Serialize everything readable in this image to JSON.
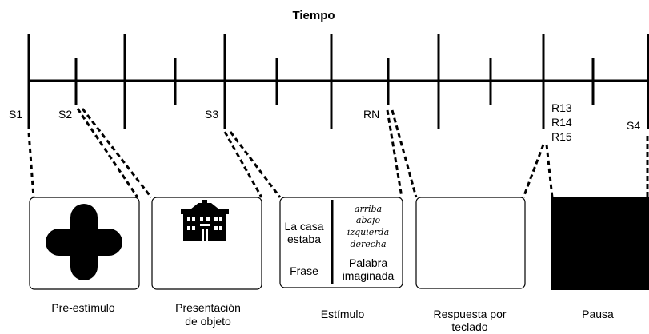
{
  "title": "Tiempo",
  "markers": {
    "s1": "S1",
    "s2": "S2",
    "s3": "S3",
    "rn": "RN",
    "r13": "R13",
    "r14": "R14",
    "r15": "R15",
    "s4": "S4"
  },
  "panels": {
    "pre_stimulus": {
      "caption": "Pre-estímulo",
      "icon": "plus-cross-icon"
    },
    "object_presentation": {
      "caption_line1": "Presentación",
      "caption_line2": "de objeto",
      "icon": "house-icon"
    },
    "stimulus": {
      "caption": "Estímulo",
      "sentence_line1": "La casa",
      "sentence_line2": "estaba",
      "sentence_label": "Frase",
      "words": [
        "arriba",
        "abajo",
        "izquierda",
        "derecha"
      ],
      "word_label_line1": "Palabra",
      "word_label_line2": "imaginada"
    },
    "keyboard_response": {
      "caption_line1": "Respuesta por",
      "caption_line2": "teclado"
    },
    "pause": {
      "caption": "Pausa",
      "fill": "#000000"
    }
  }
}
